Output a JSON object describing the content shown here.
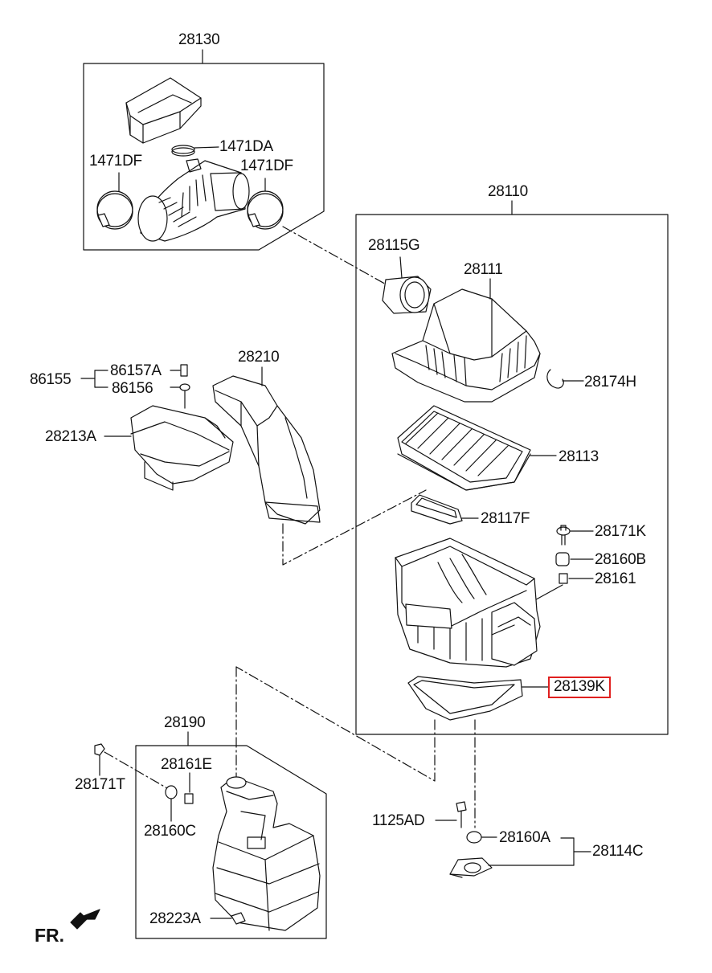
{
  "labels": {
    "p28130": "28130",
    "p1471DA": "1471DA",
    "p1471DF_left": "1471DF",
    "p1471DF_right": "1471DF",
    "p28110": "28110",
    "p28115G": "28115G",
    "p28111": "28111",
    "p28174H": "28174H",
    "p86155": "86155",
    "p86157A": "86157A",
    "p86156": "86156",
    "p28210": "28210",
    "p28213A": "28213A",
    "p28113": "28113",
    "p28117F": "28117F",
    "p28171K": "28171K",
    "p28160B": "28160B",
    "p28161": "28161",
    "p28139K": "28139K",
    "p28190": "28190",
    "p28161E": "28161E",
    "p28171T": "28171T",
    "p28160C": "28160C",
    "p1125AD": "1125AD",
    "p28160A": "28160A",
    "p28114C": "28114C",
    "p28223A": "28223A",
    "fr": "FR."
  },
  "colors": {
    "line": "#111111",
    "highlight": "#e0201f",
    "background": "#ffffff"
  }
}
